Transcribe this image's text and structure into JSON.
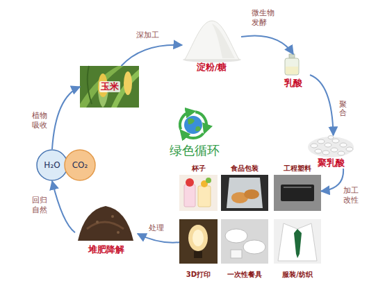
{
  "diagram": {
    "nodes": [
      {
        "text": [
          "玉米"
        ]
      },
      {
        "text": [
          "淀粉/糖"
        ]
      },
      {
        "text": [
          "乳酸"
        ]
      },
      {
        "text": [
          "聚乳酸"
        ]
      },
      {
        "text": [
          "杯子"
        ]
      },
      {
        "text": [
          "食品包装"
        ]
      },
      {
        "text": [
          "工程塑料"
        ]
      },
      {
        "text": [
          "3D打印"
        ]
      },
      {
        "text": [
          "一次性餐具"
        ]
      },
      {
        "text": [
          "服装/纺织"
        ]
      },
      {
        "text": [
          "堆肥降解"
        ]
      },
      {
        "text": [
          "H₂O"
        ]
      },
      {
        "text": [
          "CO₂"
        ]
      }
    ],
    "edges": [
      {
        "from": 0,
        "to": 1,
        "label": "深加工",
        "arrow": "to"
      },
      {
        "from": 1,
        "to": 2,
        "label": "微生物发酵",
        "arrow": "to"
      },
      {
        "from": 2,
        "to": 3,
        "label": "聚合",
        "arrow": "to"
      },
      {
        "from": 3,
        "to": 6,
        "label": "加工改性",
        "arrow": "to"
      },
      {
        "from": 7,
        "to": 10,
        "label": "处理",
        "arrow": "to"
      },
      {
        "from": 10,
        "to": 11,
        "label": "回归自然",
        "arrow": "to"
      },
      {
        "from": 11,
        "to": 0,
        "label": "植物吸收",
        "arrow": "to"
      }
    ],
    "labels": [
      "绿色循环"
    ]
  }
}
